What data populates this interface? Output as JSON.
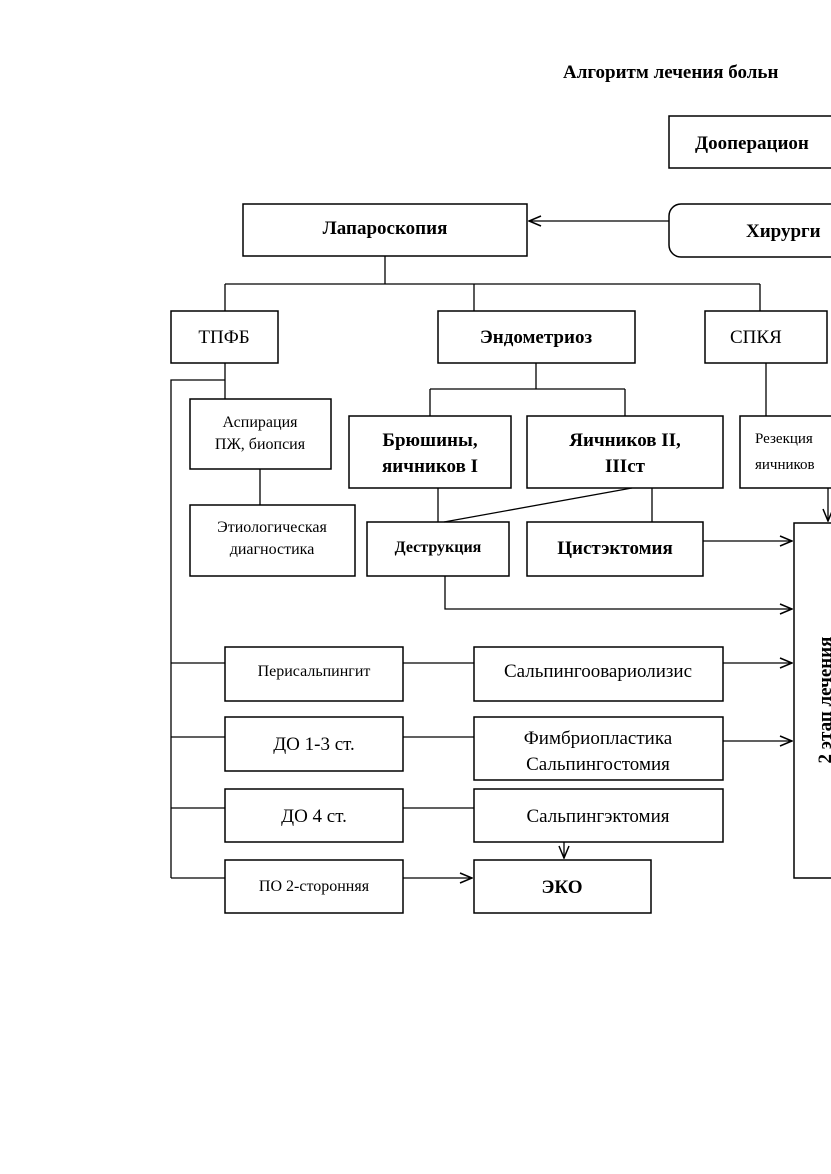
{
  "title": "Алгоритм лечения больн",
  "colors": {
    "stroke": "#000000",
    "background": "#ffffff",
    "text": "#000000"
  },
  "nodes": {
    "preop": "Дооперацион",
    "surgery": "Хирурги",
    "laparoscopy": "Лапароскопия",
    "tpfb": "ТПФБ",
    "endometriosis": "Эндометриоз",
    "spkya": "СПКЯ",
    "aspiration": [
      "Аспирация",
      "ПЖ, биопсия"
    ],
    "peritoneum": [
      "Брюшины,",
      "яичников I"
    ],
    "ovaries": [
      "Яичников II,",
      "IIIст"
    ],
    "resection": [
      "Резекция",
      "яичников"
    ],
    "etiology": [
      "Этиологическая",
      "диагностика"
    ],
    "destruction": "Деструкция",
    "cystectomy": "Цистэктомия",
    "perisalpingitis": "Перисальпингит",
    "salpingoovariolysis": "Сальпингоовариолизис",
    "do13": "ДО 1-3 ст.",
    "fimbrioplasty": [
      "Фимбриопластика",
      "Сальпингостомия"
    ],
    "do4": "ДО  4 ст.",
    "salpingectomy": "Сальпингэктомия",
    "po2": "ПО 2-сторонняя",
    "eko": "ЭКО",
    "stage2": "2 этап  лечения"
  }
}
